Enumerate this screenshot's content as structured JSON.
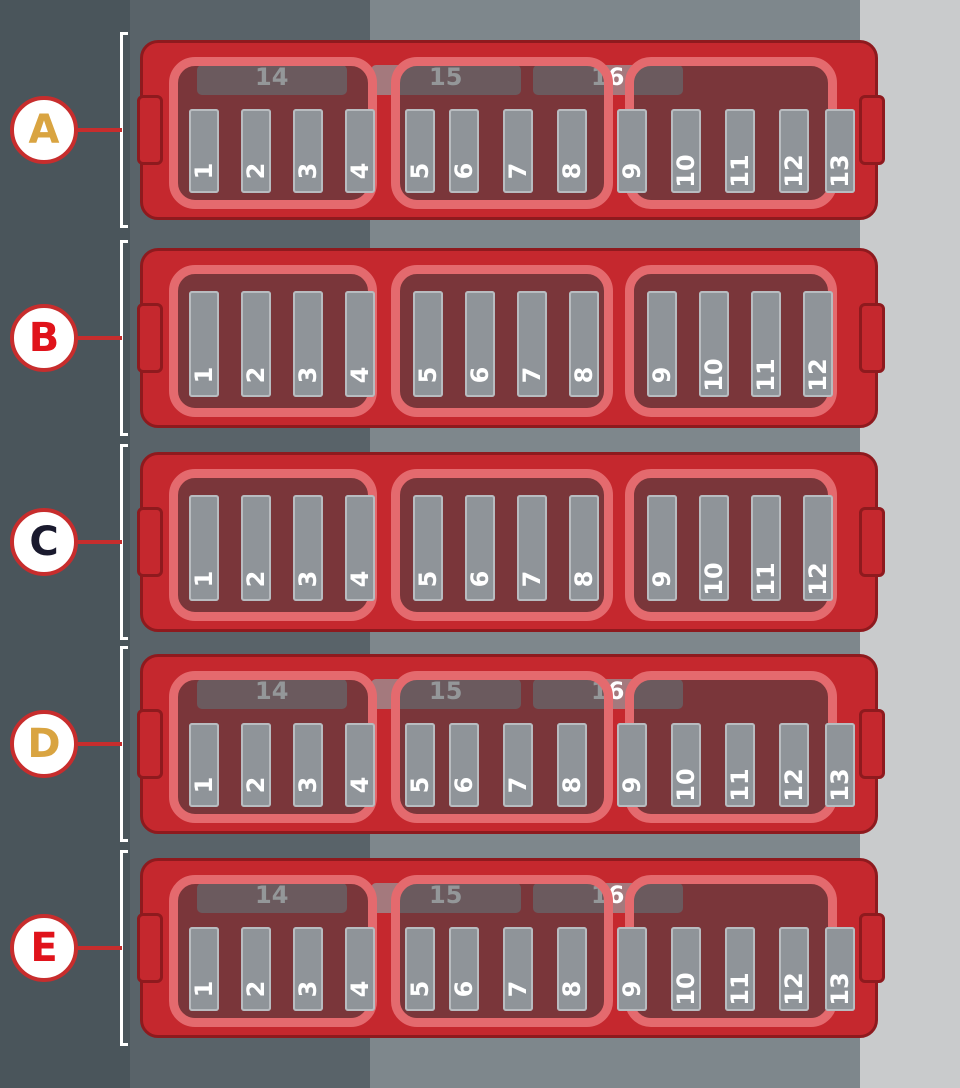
{
  "diagram": {
    "colors": {
      "holder": "#c5282e",
      "frame": "#e46a6e",
      "fuse": "#8f9499",
      "background": "#3d474d",
      "label_ring": "#c72d2d"
    },
    "rows": [
      {
        "label": "A",
        "label_color": "#d9a441",
        "lower_fuses": [
          "1",
          "2",
          "3",
          "4",
          "5",
          "6",
          "7",
          "8",
          "9",
          "10",
          "11",
          "12",
          "13"
        ],
        "upper_fuses": [
          "14",
          "15",
          "16"
        ]
      },
      {
        "label": "B",
        "label_color": "#e0131b",
        "lower_fuses": [
          "1",
          "2",
          "3",
          "4",
          "5",
          "6",
          "7",
          "8",
          "9",
          "10",
          "11",
          "12"
        ],
        "upper_fuses": []
      },
      {
        "label": "C",
        "label_color": "#1a1a2e",
        "lower_fuses": [
          "1",
          "2",
          "3",
          "4",
          "5",
          "6",
          "7",
          "8",
          "9",
          "10",
          "11",
          "12"
        ],
        "upper_fuses": []
      },
      {
        "label": "D",
        "label_color": "#d9a441",
        "lower_fuses": [
          "1",
          "2",
          "3",
          "4",
          "5",
          "6",
          "7",
          "8",
          "9",
          "10",
          "11",
          "12",
          "13"
        ],
        "upper_fuses": [
          "14",
          "15",
          "16"
        ]
      },
      {
        "label": "E",
        "label_color": "#e0131b",
        "lower_fuses": [
          "1",
          "2",
          "3",
          "4",
          "5",
          "6",
          "7",
          "8",
          "9",
          "10",
          "11",
          "12",
          "13"
        ],
        "upper_fuses": [
          "14",
          "15",
          "16"
        ]
      }
    ]
  }
}
